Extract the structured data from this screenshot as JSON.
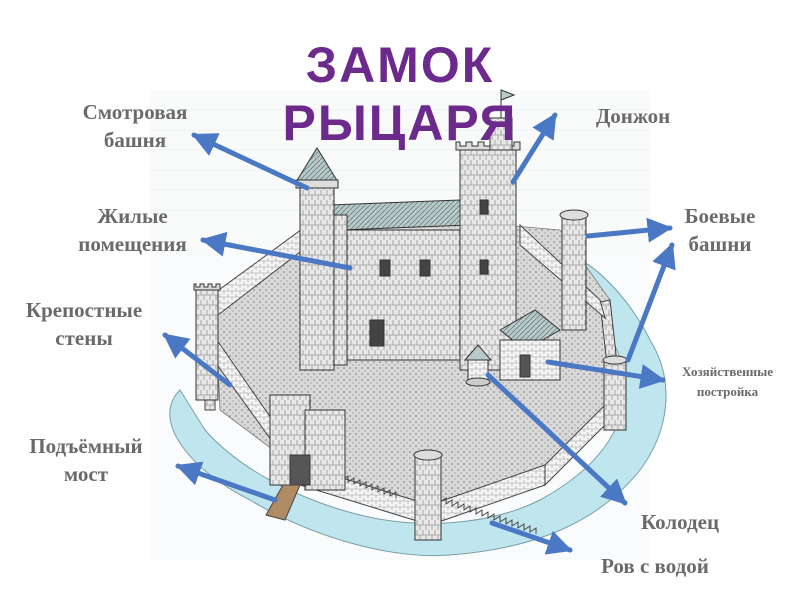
{
  "title": {
    "line1": "ЗАМОК",
    "line2": "РЫЦАРЯ"
  },
  "labels": {
    "watch_tower": {
      "line1": "Смотровая",
      "line2": "башня"
    },
    "living_quarters": {
      "line1": "Жилые",
      "line2": "помещения"
    },
    "fortress_walls": {
      "line1": "Крепостные",
      "line2": "стены"
    },
    "drawbridge": {
      "line1": "Подъёмный",
      "line2": "мост"
    },
    "donjon": {
      "line1": "Донжон"
    },
    "battle_towers": {
      "line1": "Боевые",
      "line2": "башни"
    },
    "outbuildings": {
      "line1": "Хозяйственные",
      "line2": "постройка"
    },
    "well": {
      "line1": "Колодец"
    },
    "moat": {
      "line1": "Ров с водой"
    }
  },
  "colors": {
    "title": "#6b2a8c",
    "label": "#6a6a6a",
    "arrow": "#4a78c4",
    "moat": "#bfe6ee"
  }
}
